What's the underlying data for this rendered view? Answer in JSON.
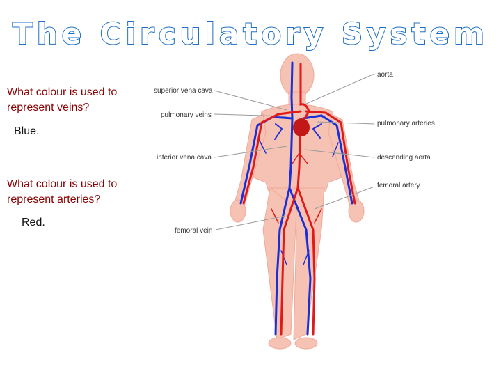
{
  "title": "The Circulatory System",
  "questions": [
    {
      "question": "What colour is used to represent veins?",
      "answer": "Blue."
    },
    {
      "question": "What colour is used to represent arteries?",
      "answer": "Red."
    }
  ],
  "diagram": {
    "labels": {
      "superior_vena_cava": "superior vena cava",
      "pulmonary_veins": "pulmonary veins",
      "inferior_vena_cava": "inferior vena cava",
      "femoral_vein": "femoral vein",
      "aorta": "aorta",
      "pulmonary_arteries": "pulmonary arteries",
      "descending_aorta": "descending aorta",
      "femoral_artery": "femoral artery"
    },
    "colors": {
      "body": "#f6c2b3",
      "vein": "#1a2fd6",
      "artery": "#e01a1a",
      "heart": "#c21818"
    }
  }
}
